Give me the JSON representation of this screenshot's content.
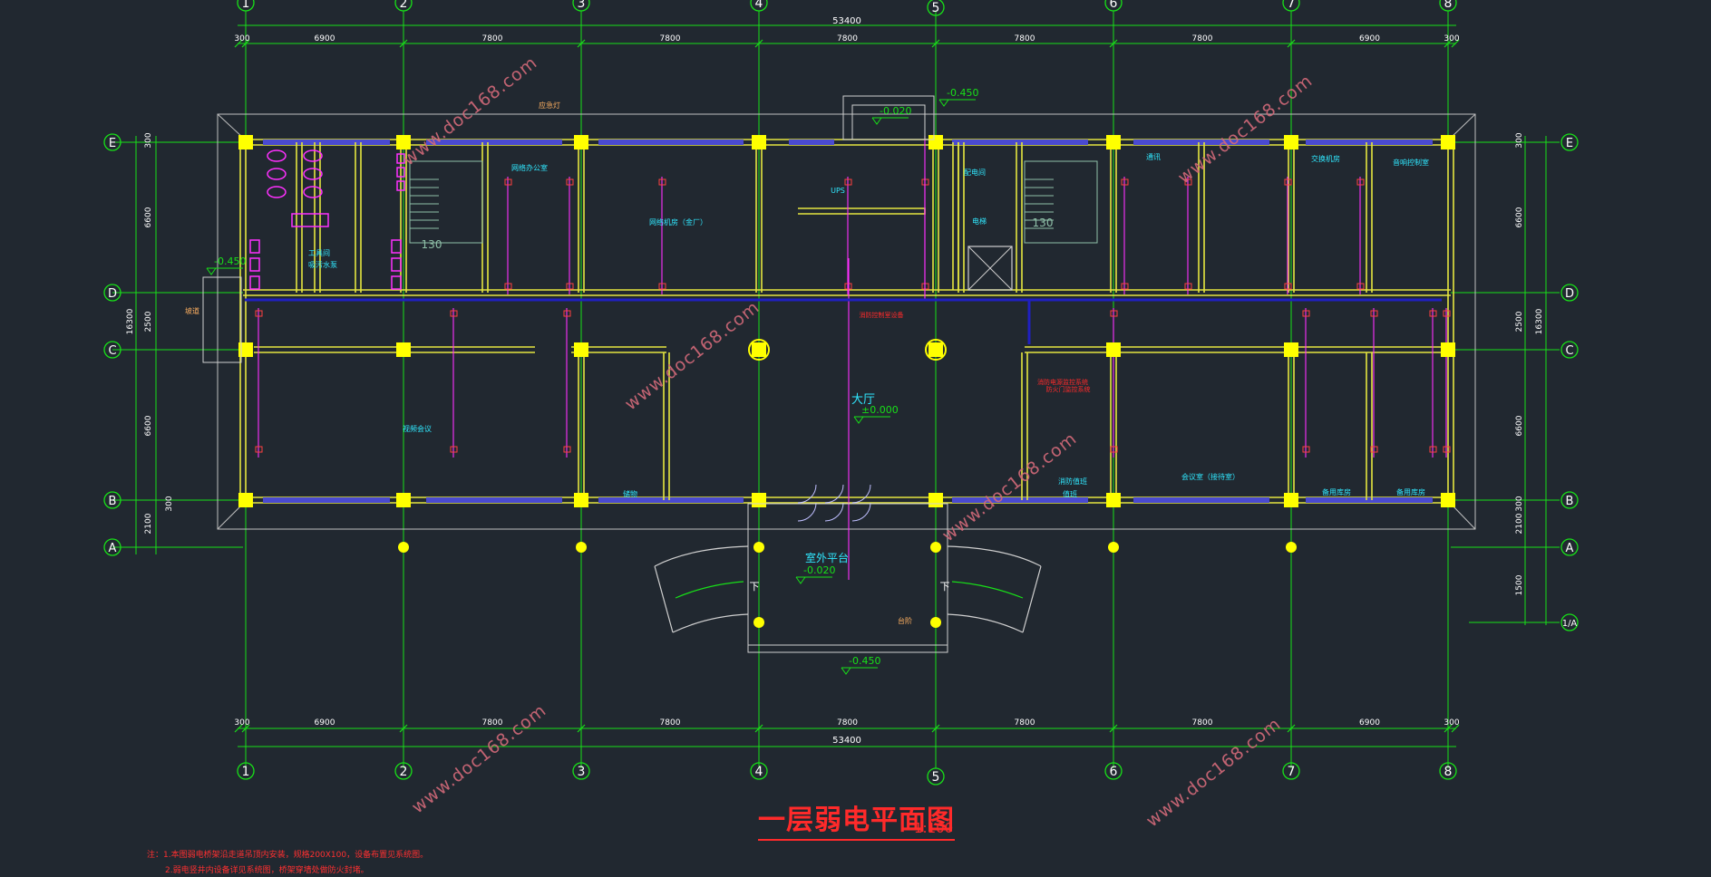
{
  "drawing_title": "一层弱电平面图",
  "scale": "1:100",
  "axis_numbers": [
    "1",
    "2",
    "3",
    "4",
    "5",
    "6",
    "7",
    "8"
  ],
  "axis_letters_left": [
    "E",
    "D",
    "C",
    "B",
    "A"
  ],
  "axis_letters_right": [
    "E",
    "D",
    "C",
    "B",
    "A",
    "1/A"
  ],
  "overall_dim": "53400",
  "edge_dim": "300",
  "bay_dims": [
    "6900",
    "7800",
    "7800",
    "7800",
    "7800",
    "7800",
    "6900"
  ],
  "row_dims": [
    "300",
    "6600",
    "2500",
    "6600",
    "300",
    "2100",
    "1500",
    "16300"
  ],
  "rooms": {
    "hall": "大厅",
    "hall_level": "±0.000",
    "platform": "室外平台",
    "platform_level": "-0.020",
    "outside_level": "-0.450",
    "entrance_level": "-0.020",
    "tool_room": "工具间",
    "water_room": "吸污水泵",
    "office_net": "网络办公室",
    "machine_room": "网络机房（金厂）",
    "ups": "UPS",
    "power_room": "配电间",
    "elevator": "电梯",
    "comm": "通讯",
    "switch_room": "交换机房",
    "monitor": "音响控制室",
    "meeting": "视频会议",
    "storage": "储物",
    "fire_control": "消防值班",
    "duty": "值班",
    "conference": "会议室（接待室）",
    "spare1": "备用库房",
    "spare2": "备用库房",
    "stair_label_a": "130",
    "stair_label_b": "130",
    "down_a": "下",
    "down_b": "下",
    "ramp": "坡道",
    "slope": "台阶",
    "orange_label": "应急灯",
    "red_note_1": "消防控制室设备",
    "red_note_2": "消防电源监控系统",
    "red_note_3": "防火门监控系统"
  },
  "notes": {
    "line1": "注：1.本图弱电桥架沿走道吊顶内安装，规格200X100，设备布置见系统图。",
    "line2": "2.弱电竖井内设备详见系统图，桥架穿墙处做防火封堵。"
  },
  "watermark": "www.doc168.com",
  "colors": {
    "background": "#212830",
    "axis": "#18e018",
    "wall": "#e6e640",
    "column": "#ffff00",
    "window": "#4a4ad0",
    "cable": "#2020c0",
    "magenta": "#ff30ff",
    "cyan_text": "#30e8ff",
    "red": "#ff2a2a"
  }
}
